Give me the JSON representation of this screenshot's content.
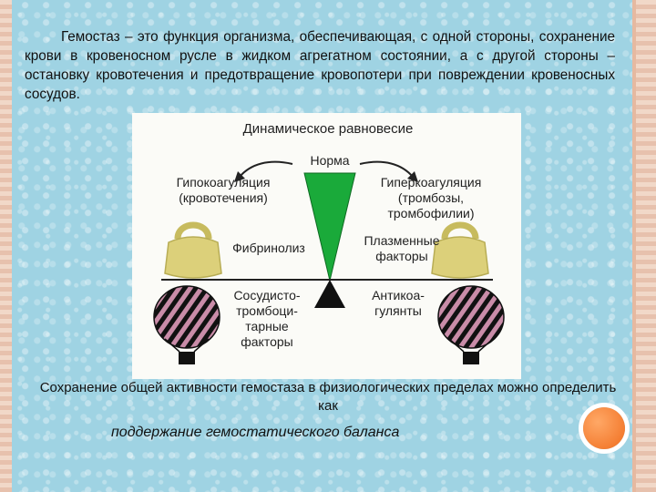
{
  "intro_text": "Гемостаз – это функция организма, обеспечивающая, с одной стороны, сохранение крови в кровеносном русле в жидком агрегатном состоянии, а с другой стороны – остановку кровотечения и предотвращение кровопотери при повреждении кровеносных сосудов.",
  "diagram": {
    "title": "Динамическое равновесие",
    "center": "Норма",
    "left_top": "Гипокоагуляция (кровотечения)",
    "right_top": "Гиперкоагуляция (тромбозы, тромбофилии)",
    "left_mid": "Фибринолиз",
    "right_mid": "Плазменные факторы",
    "left_bottom": "Сосудисто-тромбоци-тарные факторы",
    "right_bottom": "Антикоа-гулянты"
  },
  "caption": "Сохранение общей активности гемостаза в физиологических пределах можно определить как",
  "conclusion": "поддержание гемостатического баланса",
  "colors": {
    "wedge": "#1aaa3a",
    "weight": "#dcd07a",
    "balloon_dark": "#111111",
    "balloon_stripe": "#c98ca8",
    "accent_dot": "#f47a2a"
  }
}
